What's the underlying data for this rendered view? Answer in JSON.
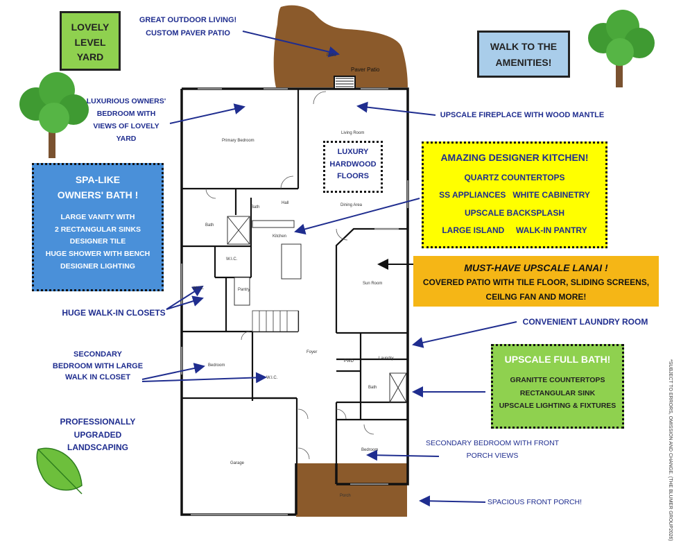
{
  "boxes": {
    "level_yard": [
      "LOVELY",
      "LEVEL",
      "YARD"
    ],
    "amenities": [
      "WALK TO THE",
      "AMENITIES!"
    ],
    "spa_bath": [
      "SPA-LIKE",
      "OWNERS' BATH !",
      "LARGE VANITY WITH",
      "2 RECTANGULAR SINKS",
      "DESIGNER TILE",
      "HUGE SHOWER WITH BENCH",
      "DESIGNER LIGHTING"
    ],
    "luxury_floors": [
      "LUXURY",
      "HARDWOOD",
      "FLOORS"
    ],
    "kitchen": [
      "AMAZING DESIGNER KITCHEN!",
      "QUARTZ COUNTERTOPS",
      "SS APPLIANCES   WHITE CABINETRY",
      "UPSCALE BACKSPLASH",
      "LARGE ISLAND     WALK-IN PANTRY"
    ],
    "lanai": [
      "MUST-HAVE UPSCALE LANAI !",
      "COVERED PATIO WITH TILE FLOOR, SLIDING SCREENS,",
      "CEILNG FAN AND MORE!"
    ],
    "full_bath": [
      "UPSCALE FULL BATH!",
      "GRANITTE COUNTERTOPS",
      "RECTANGULAR SINK",
      "UPSCALE LIGHTING & FIXTURES"
    ]
  },
  "annotations": {
    "outdoor": [
      "GREAT OUTDOOR LIVING!",
      "CUSTOM PAVER PATIO"
    ],
    "owners_bedroom": [
      "LUXURIOUS OWNERS'",
      "BEDROOM WITH",
      "VIEWS OF LOVELY",
      "YARD"
    ],
    "fireplace": "UPSCALE FIREPLACE WITH WOOD MANTLE",
    "closets": "HUGE WALK-IN CLOSETS",
    "laundry": "CONVENIENT LAUNDRY ROOM",
    "secondary_bedroom": [
      "SECONDARY",
      "BEDROOM WITH LARGE",
      "WALK IN CLOSET"
    ],
    "landscaping": [
      "PROFESSIONALLY",
      "UPGRADED",
      "LANDSCAPING"
    ],
    "front_bedroom": [
      "SECONDARY BEDROOM WITH FRONT",
      "PORCH VIEWS"
    ],
    "porch": "SPACIOUS FRONT PORCH!"
  },
  "rooms": {
    "patio": "Patio",
    "paver_patio": "Paver Patio",
    "primary_bedroom": "Primary Bedroom",
    "living_room": "Living Room",
    "bath_top": "Bath",
    "hall": "Hall",
    "dining_area": "Dining Area",
    "bath_owner": "Bath",
    "kitchen": "Kitchen",
    "wic_1": "W.I.C.",
    "wic_2": "W.I.C.",
    "pantry": "Pantry",
    "sun_room": "Sun Room",
    "foyer": "Foyer",
    "laundry": "Laundry",
    "bath_2": "Bath",
    "bedroom_2": "Bedroom",
    "wic_3": "W.I.C.",
    "garage": "Garage",
    "bedroom_3": "Bedroom",
    "porch": "Porch",
    "pwd": "PWD"
  },
  "disclaimer": "*SUBJECT TO ERRORS, OMISSION AND CHANGE.   (THE BLUMER GROUP2026)",
  "colors": {
    "annotation_text": "#1f2d8f",
    "green_box": "#8fd14f",
    "blue_box": "#4a90d9",
    "light_blue_box": "#a9cdea",
    "yellow_box": "#ffff00",
    "orange_box": "#f5b616",
    "brown_patio": "#8b5a2b"
  }
}
